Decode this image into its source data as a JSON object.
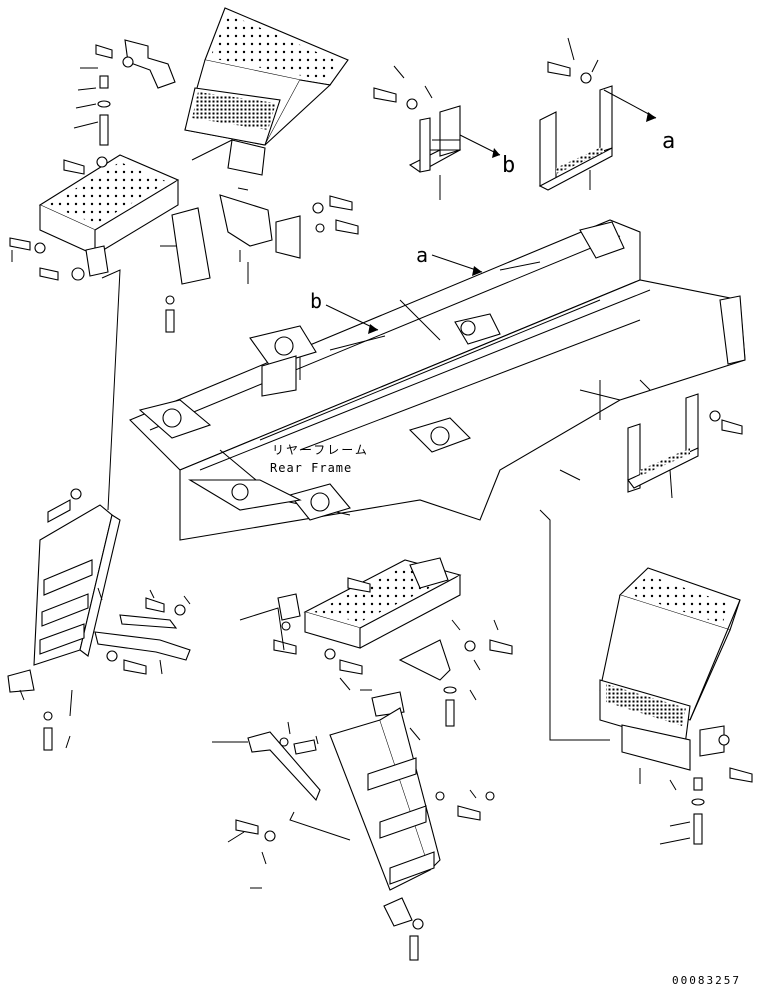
{
  "diagram": {
    "callout_a": "a",
    "callout_b": "b",
    "frame_label_jp": "リヤーフレーム",
    "frame_label_en": "Rear Frame",
    "figure_number": "00083257"
  }
}
